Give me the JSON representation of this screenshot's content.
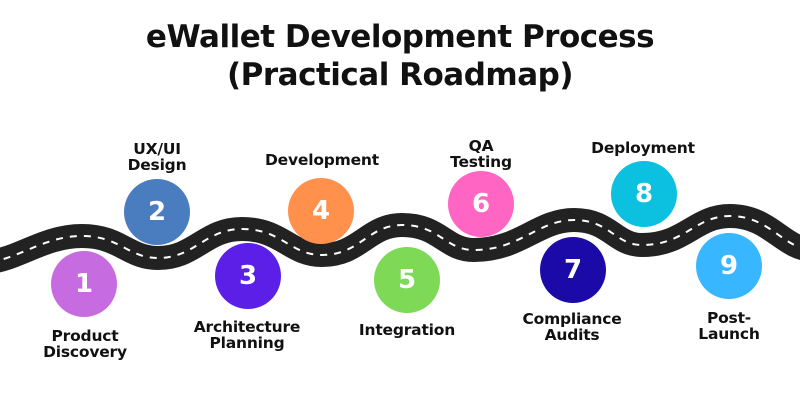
{
  "title": {
    "line1": "eWallet Development Process",
    "line2": "(Practical Roadmap)"
  },
  "road": {
    "color": "#222222",
    "dash_color": "#ffffff"
  },
  "steps": [
    {
      "number": "1",
      "label_lines": [
        "Product",
        "Discovery"
      ],
      "color": "#C76BE0",
      "position": "below"
    },
    {
      "number": "2",
      "label_lines": [
        "UX/UI",
        "Design"
      ],
      "color": "#4A7CC0",
      "position": "above"
    },
    {
      "number": "3",
      "label_lines": [
        "Architecture",
        "Planning"
      ],
      "color": "#5B1FE8",
      "position": "below"
    },
    {
      "number": "4",
      "label_lines": [
        "Development"
      ],
      "color": "#FF914D",
      "position": "above"
    },
    {
      "number": "5",
      "label_lines": [
        "Integration"
      ],
      "color": "#7ED957",
      "position": "below"
    },
    {
      "number": "6",
      "label_lines": [
        "QA",
        "Testing"
      ],
      "color": "#FF66C4",
      "position": "above"
    },
    {
      "number": "7",
      "label_lines": [
        "Compliance",
        "Audits"
      ],
      "color": "#1C0AA8",
      "position": "below"
    },
    {
      "number": "8",
      "label_lines": [
        "Deployment"
      ],
      "color": "#0CC0DF",
      "position": "above"
    },
    {
      "number": "9",
      "label_lines": [
        "Post-",
        "Launch"
      ],
      "color": "#38B6FF",
      "position": "below"
    }
  ]
}
